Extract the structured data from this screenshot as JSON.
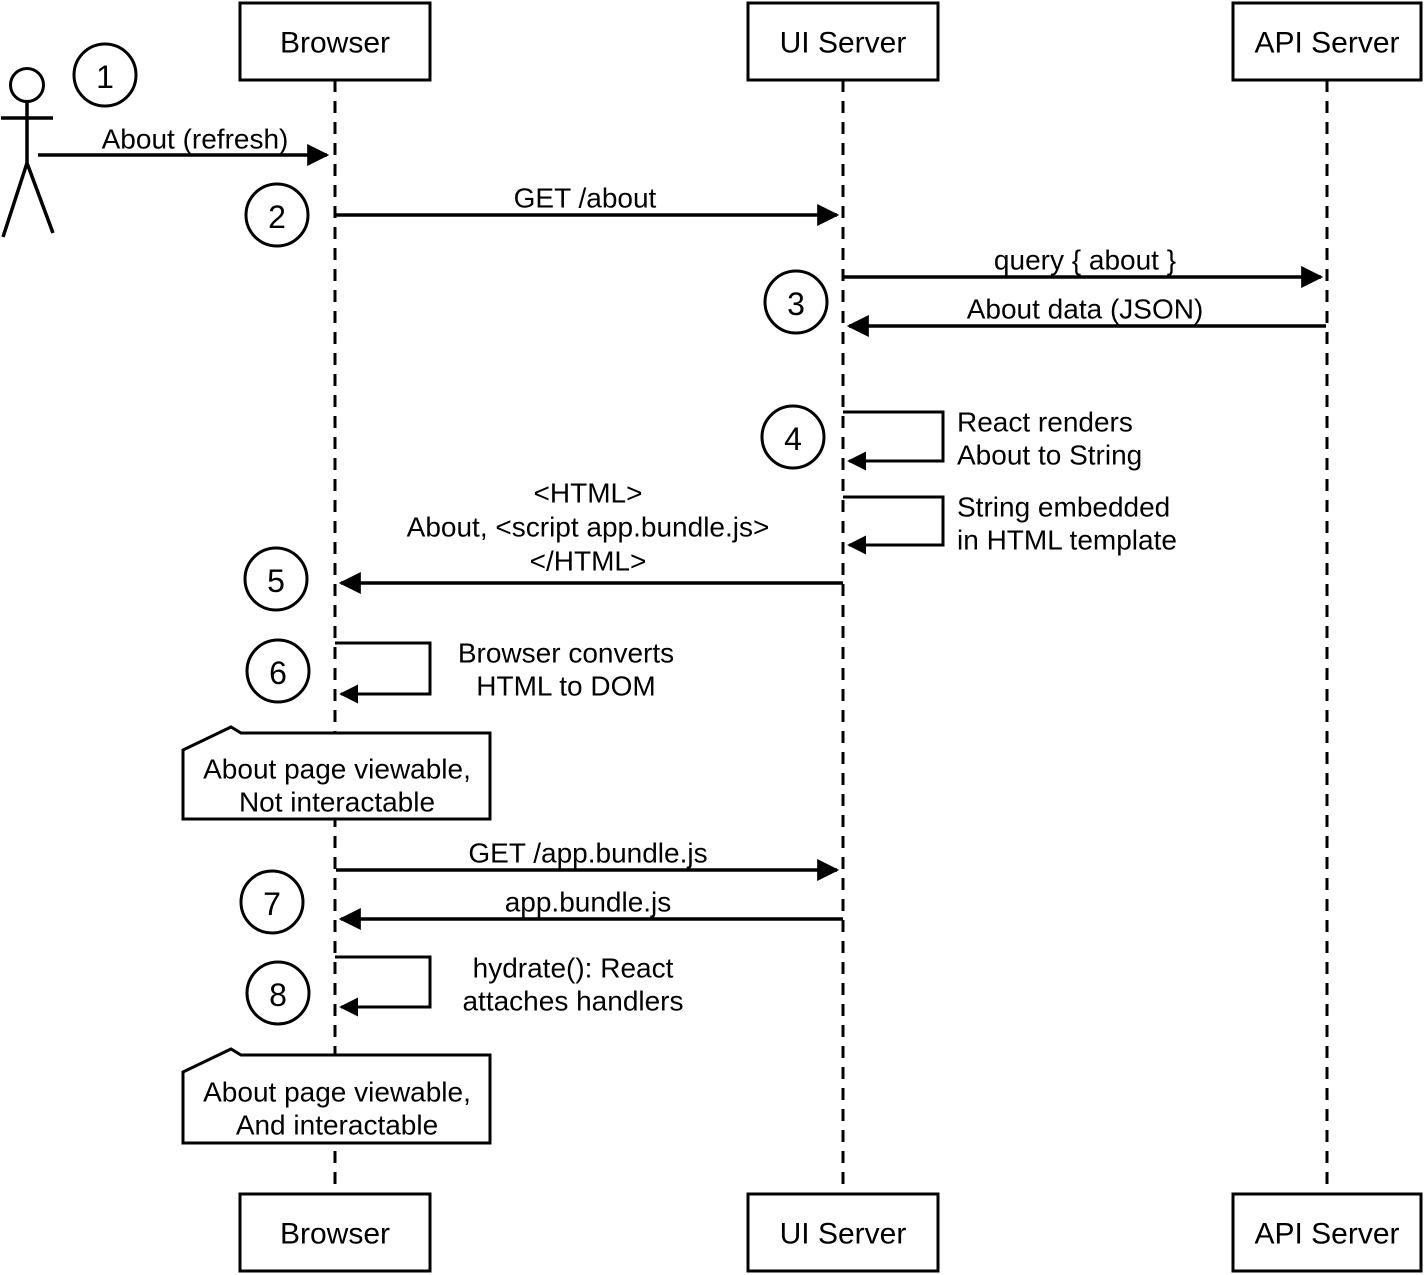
{
  "colors": {
    "line": "#000000",
    "background": "#ffffff"
  },
  "participants": {
    "browser": "Browser",
    "ui_server": "UI Server",
    "api_server": "API Server"
  },
  "steps": [
    "1",
    "2",
    "3",
    "4",
    "5",
    "6",
    "7",
    "8"
  ],
  "messages": {
    "about_refresh": "About (refresh)",
    "get_about": "GET /about",
    "query_about": "query { about }",
    "about_data_json": "About data (JSON)",
    "react_renders_line1": "React renders",
    "react_renders_line2": "About to String",
    "string_embedded_line1": "String embedded",
    "string_embedded_line2": "in HTML template",
    "html_response_line1": "<HTML>",
    "html_response_line2": "About, <script app.bundle.js>",
    "html_response_line3": "</HTML>",
    "browser_converts_line1": "Browser converts",
    "browser_converts_line2": "HTML to DOM",
    "get_bundle": "GET /app.bundle.js",
    "bundle_response": "app.bundle.js",
    "hydrate_line1": "hydrate(): React",
    "hydrate_line2": "attaches handlers"
  },
  "notes": {
    "note1_line1": "About page viewable,",
    "note1_line2": "Not interactable",
    "note2_line1": "About page viewable,",
    "note2_line2": "And interactable"
  }
}
